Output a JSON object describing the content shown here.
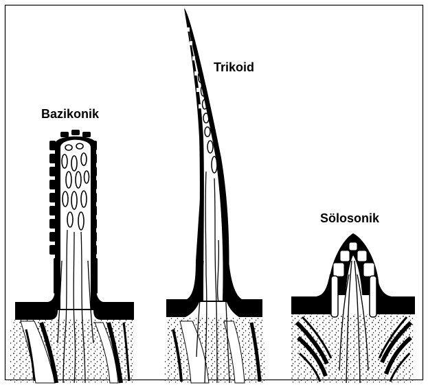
{
  "labels": {
    "basiconic": "Bazikonik",
    "trichoid": "Trikoid",
    "coeloconic": "Sölosonik"
  },
  "colors": {
    "ink": "#000000",
    "paper": "#ffffff"
  }
}
